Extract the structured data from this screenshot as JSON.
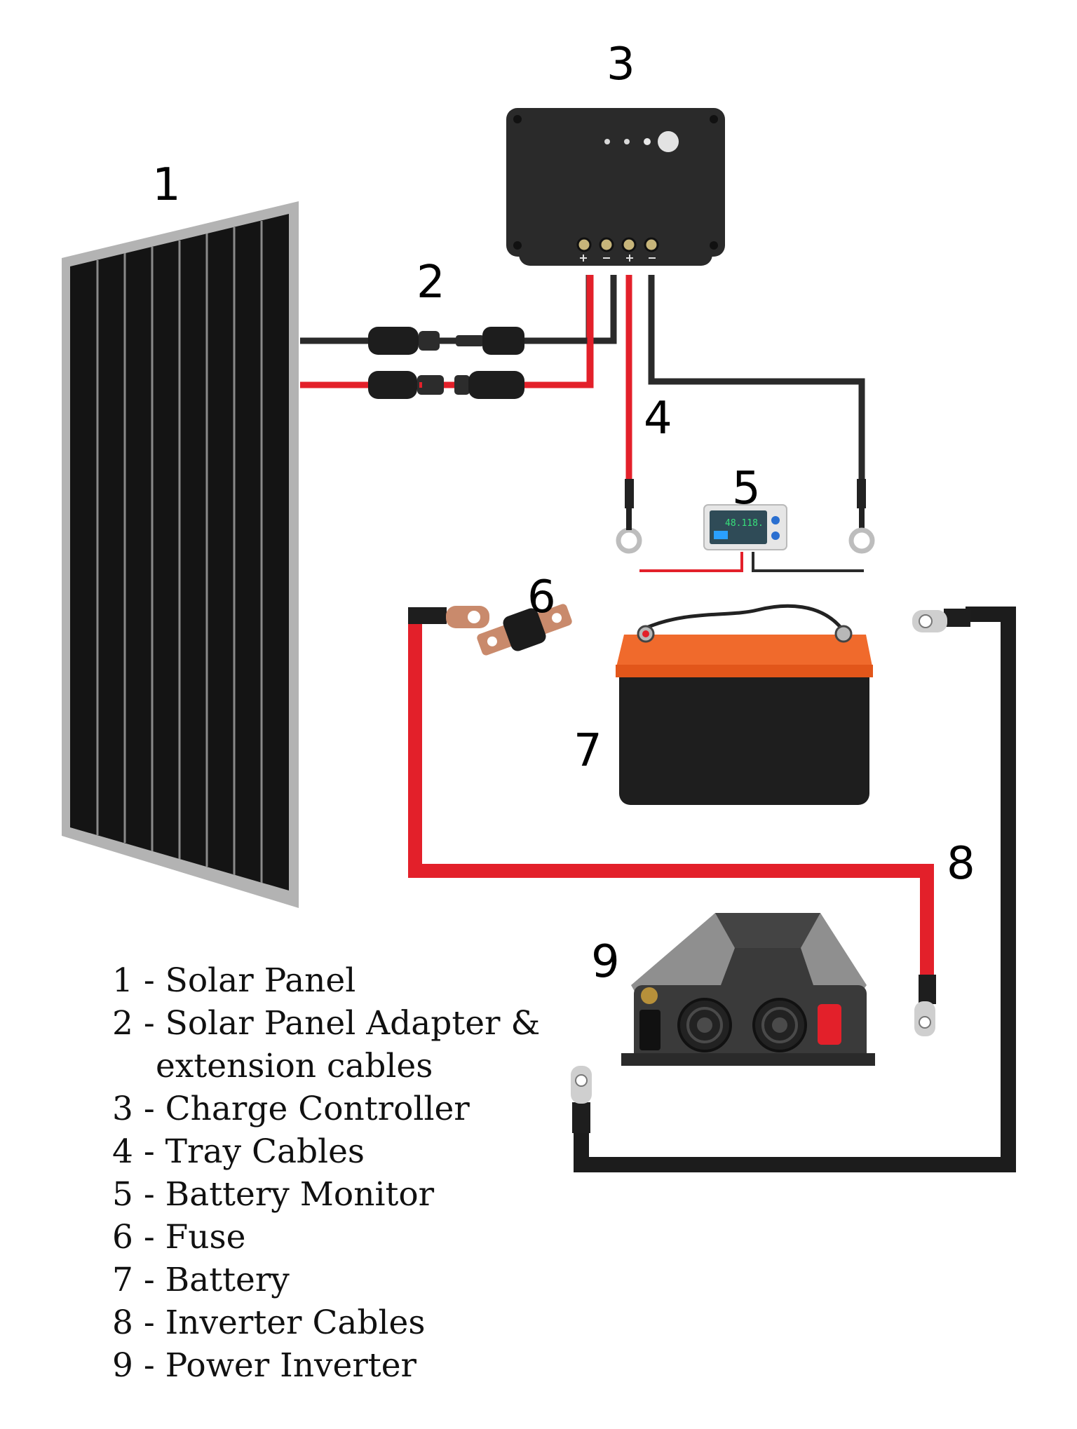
{
  "components": [
    {
      "number": "1",
      "name": "Solar Panel"
    },
    {
      "number": "2",
      "name": "Solar Panel Adapter &",
      "name_cont": "extension cables"
    },
    {
      "number": "3",
      "name": "Charge Controller"
    },
    {
      "number": "4",
      "name": "Tray Cables"
    },
    {
      "number": "5",
      "name": "Battery Monitor"
    },
    {
      "number": "6",
      "name": "Fuse"
    },
    {
      "number": "7",
      "name": "Battery"
    },
    {
      "number": "8",
      "name": "Inverter Cables"
    },
    {
      "number": "9",
      "name": "Power Inverter"
    }
  ],
  "legend_separator": " - ",
  "monitor_readout": "48.118.",
  "colors": {
    "positive_wire": "#e3202a",
    "negative_wire": "#1c1c1c",
    "controller_body": "#2a2a2a",
    "battery_lid": "#f06a2c",
    "panel_cells": "#141414",
    "panel_frame": "#b3b3b3",
    "fuse_copper": "#c98a6c"
  }
}
